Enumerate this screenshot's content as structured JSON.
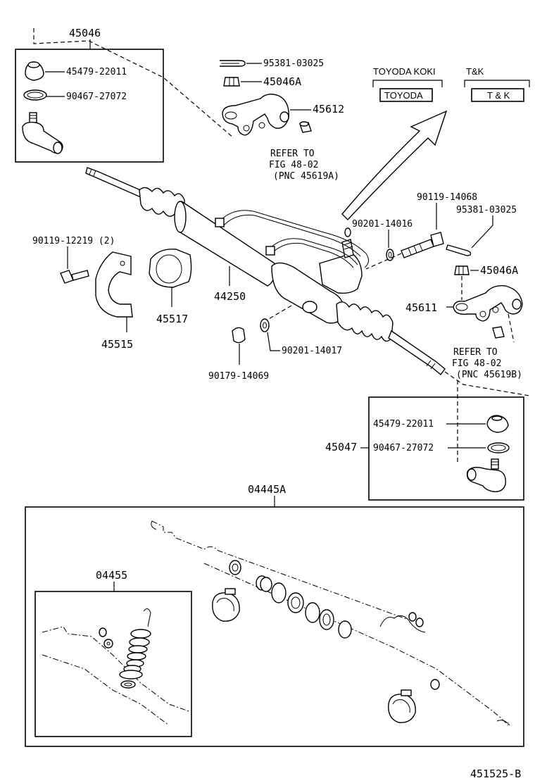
{
  "diagram_id": "451525-B",
  "labels": {
    "p45046": "45046",
    "p45479_a": "45479-22011",
    "p90467_a": "90467-27072",
    "p95381_a": "95381-03025",
    "p45046A_a": "45046A",
    "p45612": "45612",
    "refer_a_1": "REFER TO",
    "refer_a_2": "FIG 48-02",
    "refer_a_3": "(PNC 45619A)",
    "brand_koki_title": "TOYODA KOKI",
    "brand_koki_box": "TOYODA",
    "brand_tk_title": "T&K",
    "brand_tk_box": "T & K",
    "p90119_14068": "90119-14068",
    "p95381_b": "95381-03025",
    "p90201_14016": "90201-14016",
    "p90119_12219": "90119-12219 (2)",
    "p45046A_b": "45046A",
    "p45611": "45611",
    "p44250": "44250",
    "p45517": "45517",
    "p45515": "45515",
    "p90201_14017": "90201-14017",
    "p90179": "90179-14069",
    "refer_b_1": "REFER TO",
    "refer_b_2": "FIG 48-02",
    "refer_b_3": "(PNC 45619B)",
    "p45479_b": "45479-22011",
    "p90467_b": "90467-27072",
    "p45047": "45047",
    "p04445A": "04445A",
    "p04455": "04455"
  }
}
